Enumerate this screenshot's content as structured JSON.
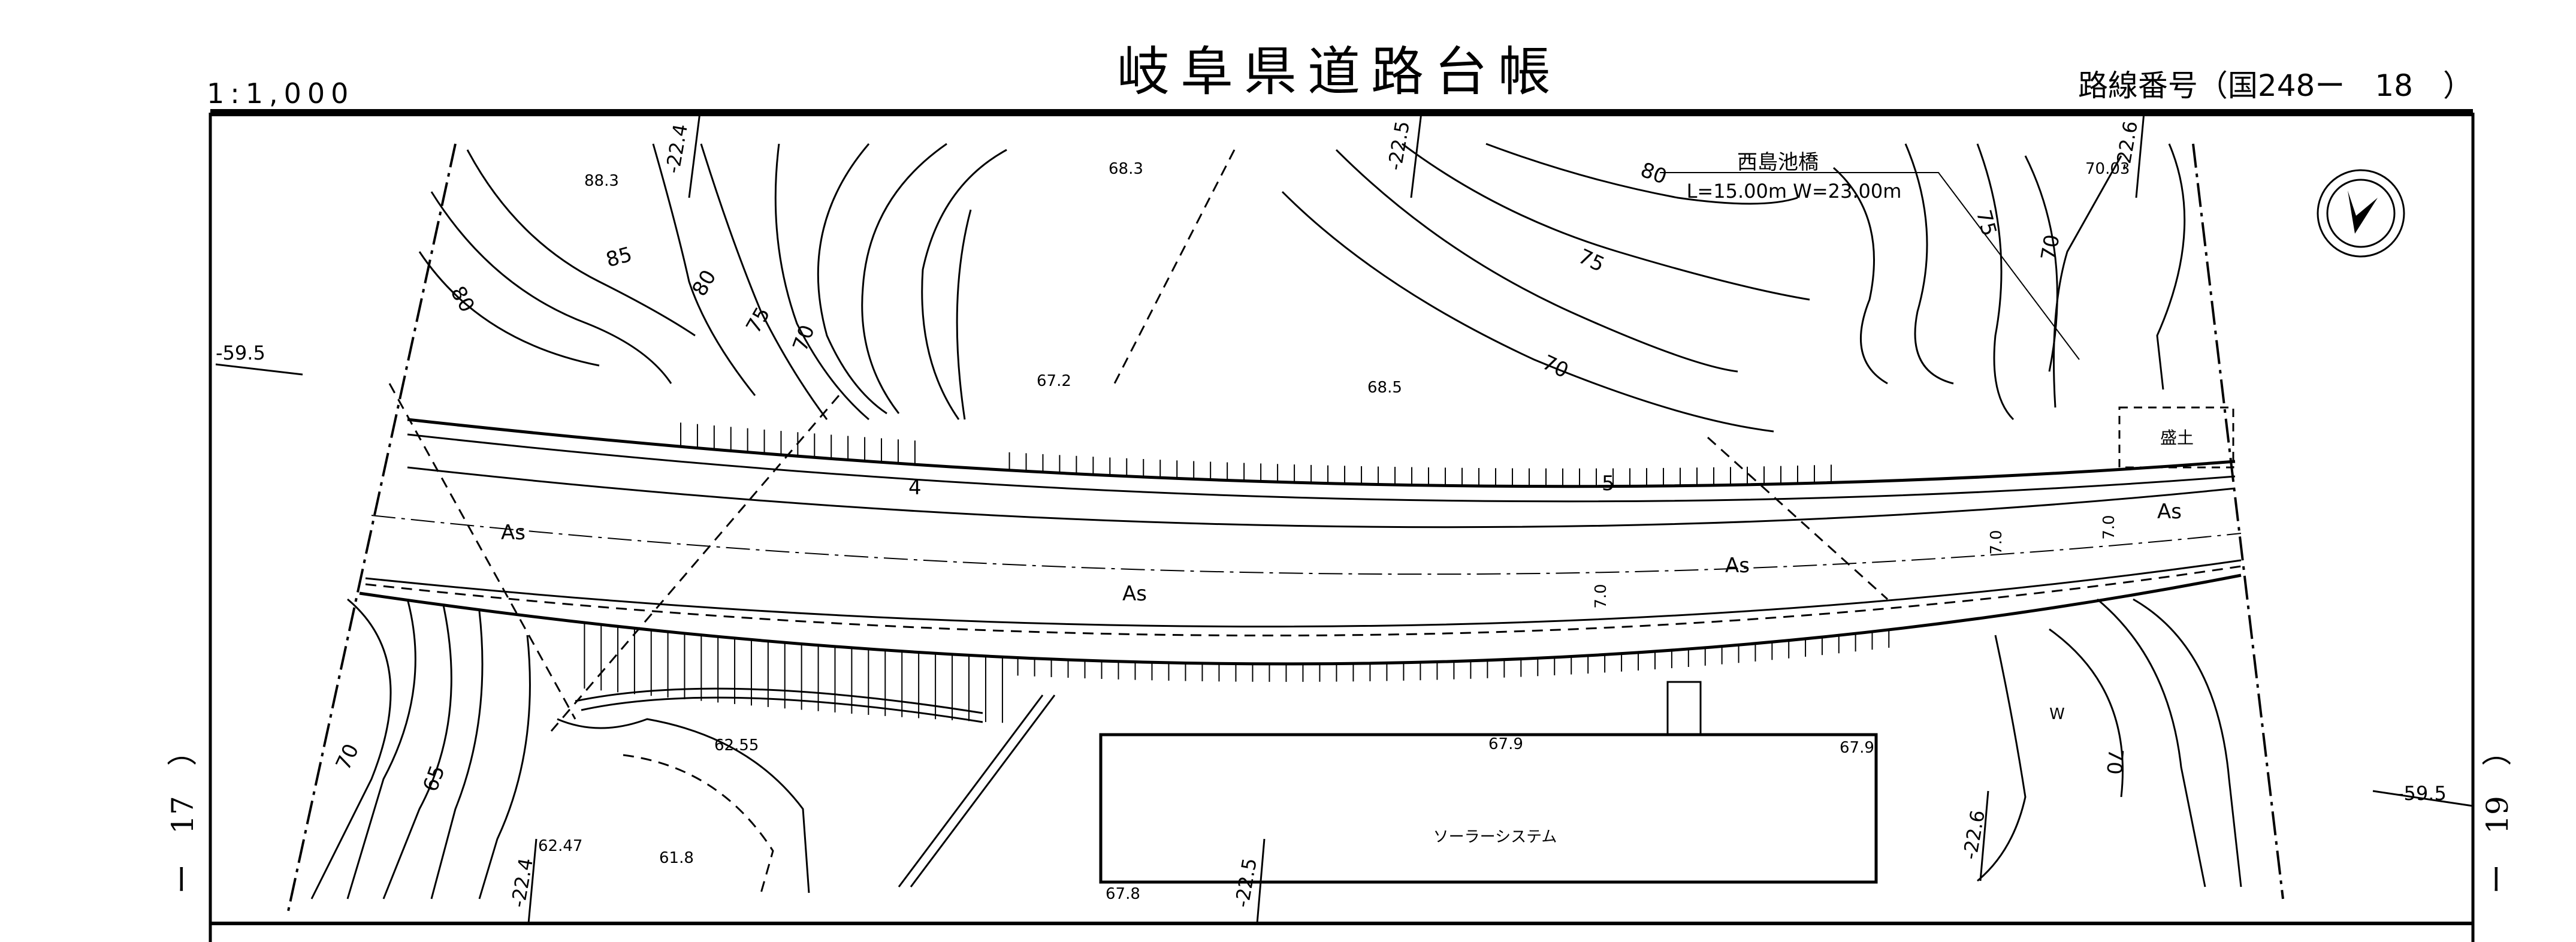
{
  "header": {
    "title": "岐阜県道路台帳",
    "scale": "1:1,000",
    "route_number": "路線番号（国248ー　18　）"
  },
  "sheet_links": {
    "left": "ー　17　）",
    "right": "ー　19　）"
  },
  "bridge": {
    "name": "西島池橋",
    "dimensions": "L=15.00m W=23.00m"
  },
  "grid_labels": [
    "-59.5",
    "-59.5",
    "-22.4",
    "-22.5",
    "-22.6",
    "-22.4",
    "-22.5",
    "-22.6"
  ],
  "elevations": [
    "88.3",
    "68.3",
    "67.2",
    "68.5",
    "70.03",
    "62.55",
    "62.47",
    "61.8",
    "67.9",
    "67.9",
    "67.8"
  ],
  "contour_labels": [
    "85",
    "80",
    "80",
    "75",
    "70",
    "75",
    "70",
    "80",
    "75",
    "70",
    "70",
    "70",
    "65"
  ],
  "road": {
    "surface_labels": [
      "As",
      "As",
      "As",
      "As"
    ],
    "section_numbers": [
      "4",
      "5"
    ],
    "width_labels": [
      "7.0",
      "7.0",
      "7.0"
    ]
  },
  "areas": {
    "solar": "ソーラーシステム",
    "embankment": "盛土",
    "w_mark": "W"
  },
  "colors": {
    "ink": "#000000",
    "paper": "#ffffff"
  }
}
